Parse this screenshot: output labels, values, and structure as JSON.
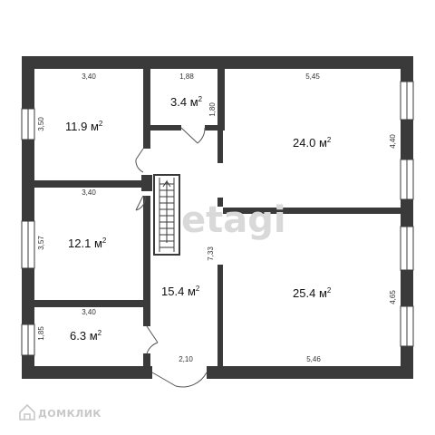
{
  "colors": {
    "wall": "#3a3a3a",
    "window": "#ffffff",
    "door": "#555555"
  },
  "rooms": [
    {
      "id": "bedroom-tl",
      "area": "11.9",
      "unit": "м",
      "exp": "2"
    },
    {
      "id": "bathroom",
      "area": "3.4",
      "unit": "м",
      "exp": "2"
    },
    {
      "id": "room-tr",
      "area": "24.0",
      "unit": "м",
      "exp": "2"
    },
    {
      "id": "room-ml",
      "area": "12.1",
      "unit": "м",
      "exp": "2"
    },
    {
      "id": "hall",
      "area": "15.4",
      "unit": "м",
      "exp": "2"
    },
    {
      "id": "room-br",
      "area": "25.4",
      "unit": "м",
      "exp": "2"
    },
    {
      "id": "room-bl",
      "area": "6.3",
      "unit": "м",
      "exp": "2"
    }
  ],
  "dimensions": {
    "tl_width": "3,40",
    "tl_height": "3,50",
    "bath_width": "1,88",
    "bath_height": "1,80",
    "tr_width": "5,45",
    "tr_height": "4,40",
    "ml_width": "3,40",
    "ml_height": "3,57",
    "hall_height": "7,33",
    "bl_width": "3,40",
    "bl_height": "1,85",
    "hall_width": "2,10",
    "br_width": "5,46",
    "br_height": "4,65"
  },
  "watermark": "etagi",
  "logo": {
    "text": "ДОМКЛИК",
    "icon": "domclick-house-icon"
  }
}
